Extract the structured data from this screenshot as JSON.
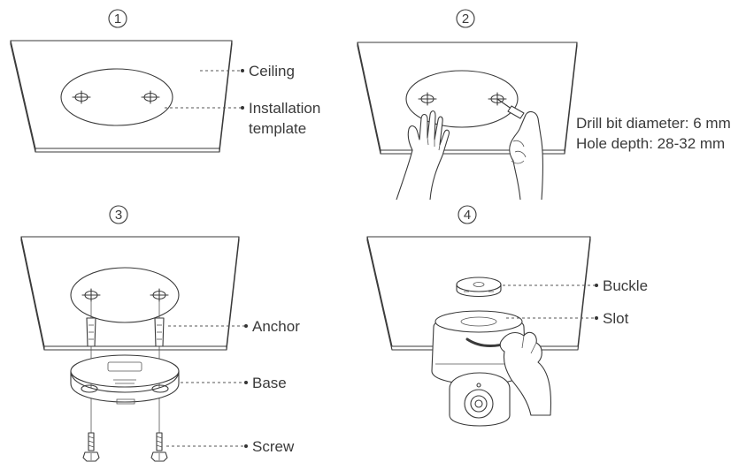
{
  "steps": [
    {
      "number": "1",
      "labels": {
        "ceiling": "Ceiling",
        "template_line1": "Installation",
        "template_line2": "template"
      }
    },
    {
      "number": "2",
      "labels": {
        "drill_bit": "Drill bit diameter: 6 mm",
        "hole_depth": "Hole depth: 28-32 mm"
      }
    },
    {
      "number": "3",
      "labels": {
        "anchor": "Anchor",
        "base": "Base",
        "screw": "Screw"
      }
    },
    {
      "number": "4",
      "labels": {
        "buckle": "Buckle",
        "slot": "Slot"
      }
    }
  ]
}
